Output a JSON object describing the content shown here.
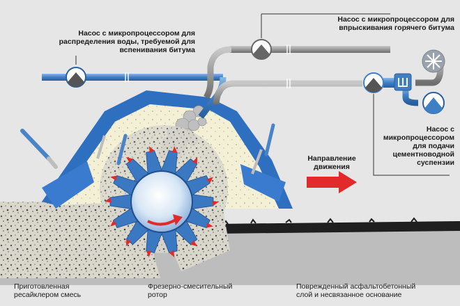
{
  "labels": {
    "pump_water": "Насос с микропроцессором для\nраспределения воды, требуемой для\nвспенивания битума",
    "pump_bitumen": "Насос с микропроцессором для\nвпрыскивания горячего битума",
    "pump_cement": "Насос с\nмикропроцессором\nдля подачи\nцементноводной\nсуспензии",
    "direction": "Направление\nдвижения",
    "mix": "Приготовленная\nресайклером смесь",
    "rotor": "Фрезерно-смесительный\nротор",
    "base": "Поврежденный асфальтобетонный\nслой и несвязанное основание"
  },
  "icons": [
    "pump-icon",
    "heater-icon",
    "tank-icon",
    "direction-arrow-icon",
    "rotation-arrow-icon"
  ],
  "colors": {
    "background": "#e6e6e6",
    "water_pipe": "#3f7fc4",
    "bitumen_pipe": "#9a9a9a",
    "housing": "#2f6fc0",
    "foam_fill": "#f3f0d6",
    "arrow_red": "#e22a2a",
    "rotor": "#3a78c2"
  }
}
